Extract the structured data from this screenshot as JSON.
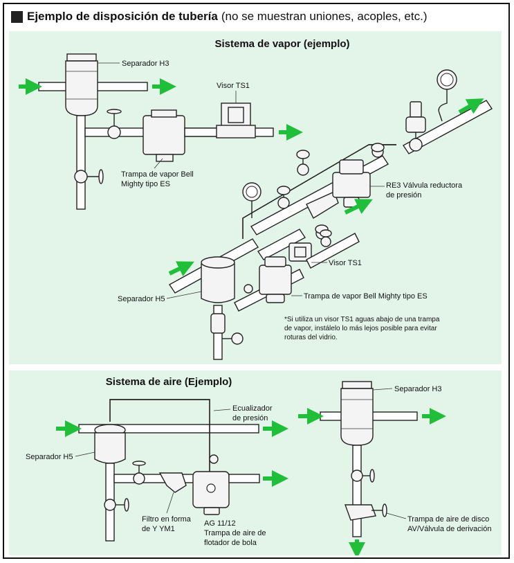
{
  "header": {
    "title": "Ejemplo de disposición de tubería",
    "subtitle": "(no se muestran uniones, acoples, etc.)"
  },
  "steam": {
    "title": "Sistema de vapor (ejemplo)",
    "labels": {
      "separador_h3": "Separador H3",
      "visor_ts1_top": "Visor TS1",
      "trampa_bell_1": "Trampa de vapor Bell",
      "trampa_bell_2": "Mighty tipo ES",
      "re3_1": "RE3 Válvula reductora",
      "re3_2": "de presión",
      "visor_ts1_mid": "Visor TS1",
      "separador_h5": "Separador H5",
      "trampa_bell_es": "Trampa de vapor Bell Mighty tipo ES"
    },
    "note": [
      "*Si utiliza un visor TS1 aguas abajo de una trampa",
      "de vapor, instálelo lo más lejos posible para evitar",
      "roturas del vidrio."
    ]
  },
  "air": {
    "title": "Sistema de aire (Ejemplo)",
    "labels": {
      "ecualizador_1": "Ecualizador",
      "ecualizador_2": "de presión",
      "separador_h5": "Separador H5",
      "separador_h3": "Separador H3",
      "filtro_1": "Filtro en forma",
      "filtro_2": "de Y YM1",
      "ag_1": "AG 11/12",
      "ag_2": "Trampa de aire de",
      "ag_3": "flotador de bola",
      "disco_1": "Trampa de aire de disco",
      "disco_2": "AV/Válvula de derivación"
    }
  },
  "colors": {
    "panel": "#e3f5e9",
    "arrow": "#1fbf3a",
    "ink": "#222222"
  }
}
